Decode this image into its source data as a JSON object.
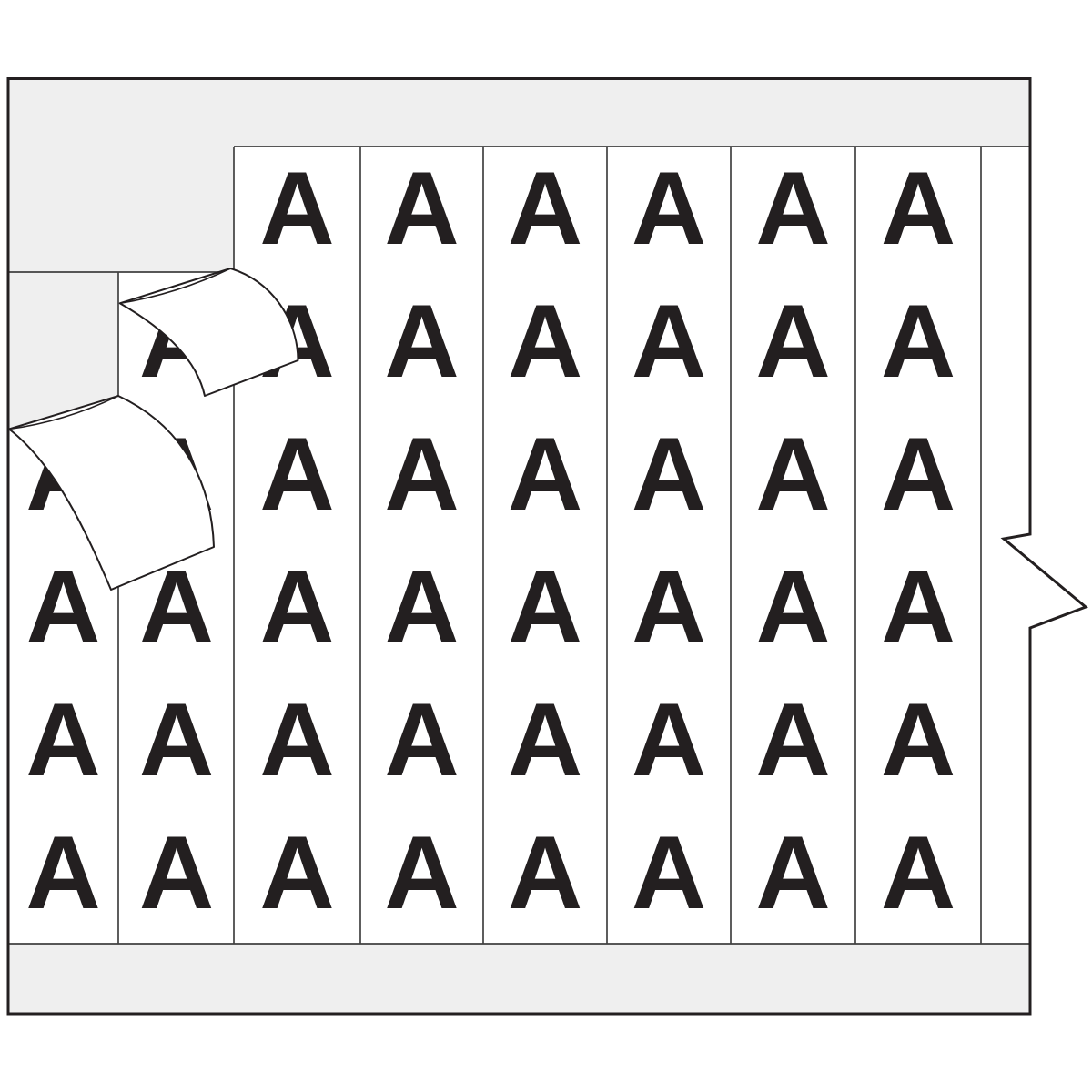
{
  "card": {
    "description": "Wire marker label card illustration",
    "marker_letter": "A",
    "strip_count": 8,
    "rows_per_strip": 6,
    "columns": [
      {
        "id": 1,
        "rows_with_letter": [
          3,
          4,
          5,
          6
        ]
      },
      {
        "id": 2,
        "rows_with_letter": [
          2,
          3,
          4,
          5,
          6
        ]
      },
      {
        "id": 3,
        "rows_with_letter": [
          1,
          2,
          3,
          4,
          5,
          6
        ]
      },
      {
        "id": 4,
        "rows_with_letter": [
          1,
          2,
          3,
          4,
          5,
          6
        ]
      },
      {
        "id": 5,
        "rows_with_letter": [
          1,
          2,
          3,
          4,
          5,
          6
        ]
      },
      {
        "id": 6,
        "rows_with_letter": [
          1,
          2,
          3,
          4,
          5,
          6
        ]
      },
      {
        "id": 7,
        "rows_with_letter": [
          1,
          2,
          3,
          4,
          5,
          6
        ]
      },
      {
        "id": 8,
        "rows_with_letter": [
          1,
          2,
          3,
          4,
          5,
          6
        ]
      }
    ],
    "peeling_label_count": 2,
    "colors": {
      "paper": "#ffffff",
      "liner_grey": "#efefef",
      "ink": "#231f20",
      "line": "#414141"
    }
  }
}
